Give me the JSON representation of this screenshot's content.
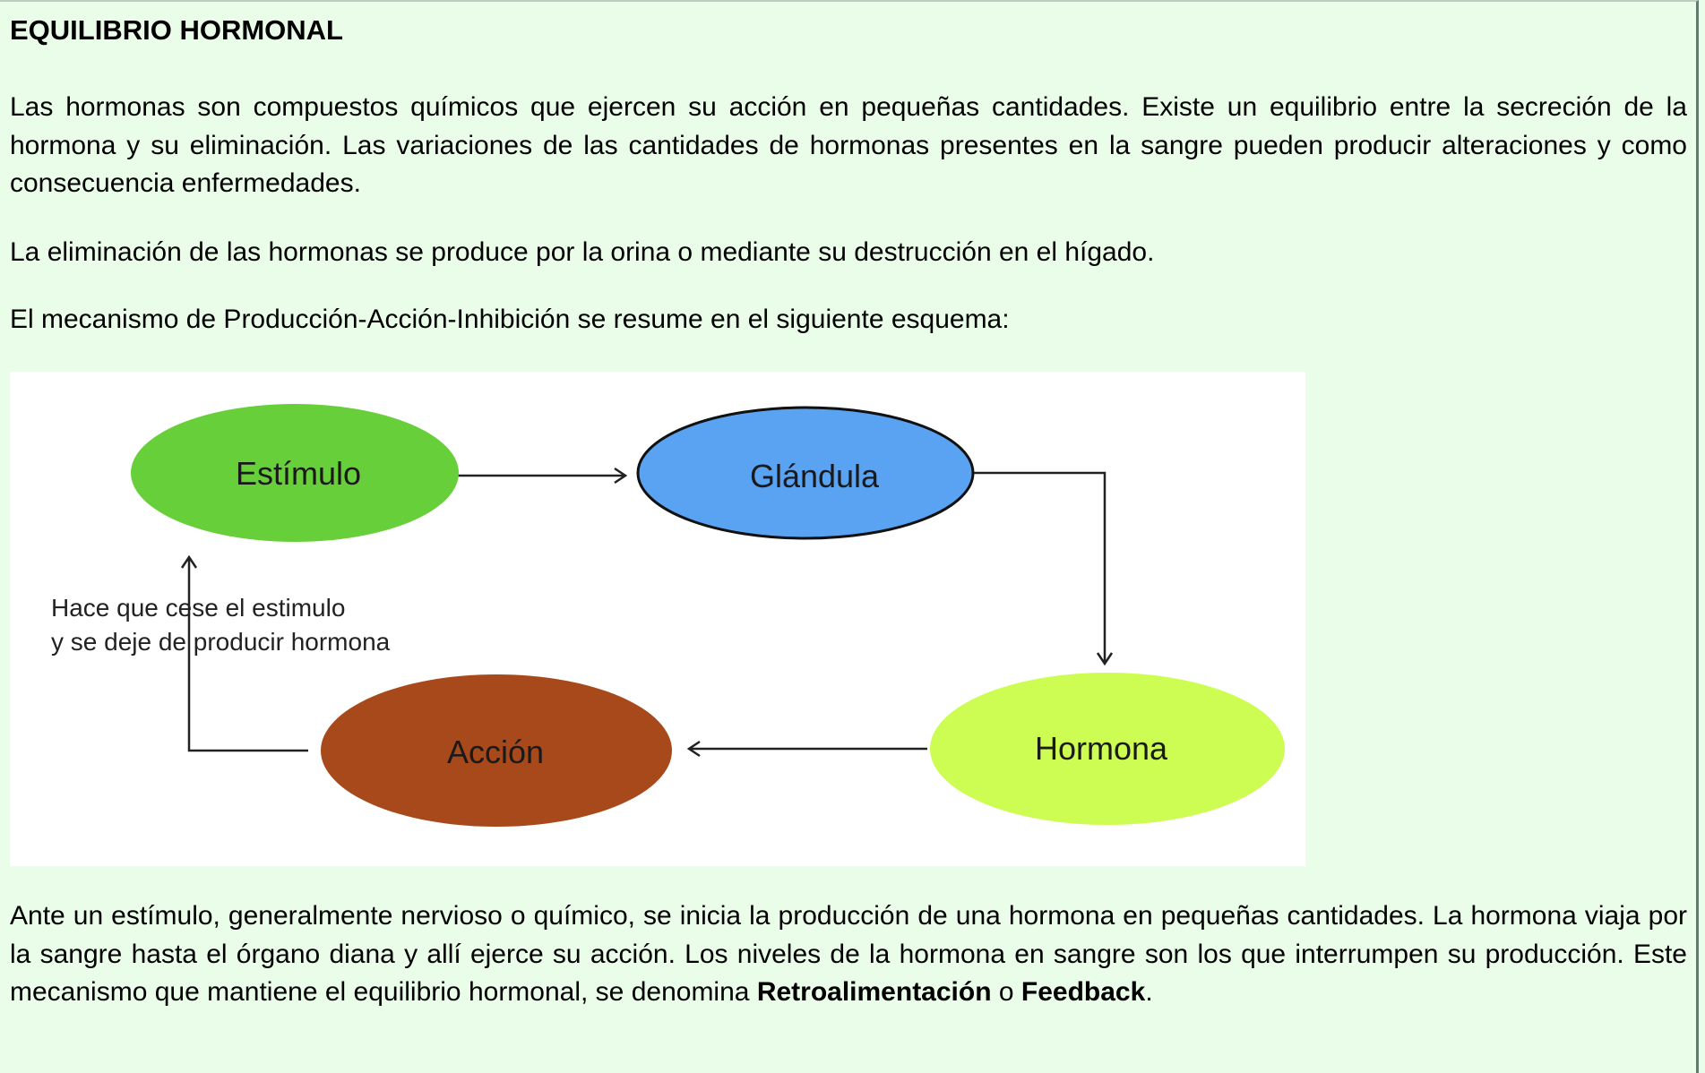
{
  "title": "EQUILIBRIO HORMONAL",
  "paragraphs": {
    "p1": "Las hormonas son compuestos químicos que ejercen su acción en pequeñas cantidades. Existe un equilibrio entre la secreción de la hormona y su eliminación. Las variaciones de las cantidades de hormonas presentes en la sangre pueden producir alteraciones y como consecuencia enfermedades.",
    "p2": "La eliminación de las hormonas se produce por la orina o mediante su destrucción en el hígado.",
    "p3": "El mecanismo de Producción-Acción-Inhibición se resume en el siguiente esquema:",
    "p4_a": "Ante un estímulo, generalmente nervioso o químico, se inicia la producción de una hormona en pequeñas cantidades. La hormona viaja por la sangre hasta el órgano diana y allí ejerce su acción. Los niveles de la hormona en sangre son los que interrumpen su producción. Este mecanismo que mantiene el equilibrio hormonal, se denomina ",
    "p4_b": "Retroalimentación",
    "p4_c": " o ",
    "p4_d": "Feedback",
    "p4_e": "."
  },
  "diagram": {
    "nodes": {
      "estimulo": {
        "label": "Estímulo",
        "color": "#66cf3a"
      },
      "glandula": {
        "label": "Glándula",
        "color": "#5aa2f2"
      },
      "hormona": {
        "label": "Hormona",
        "color": "#cdfd52"
      },
      "accion": {
        "label": "Acción",
        "color": "#a8491c"
      }
    },
    "note_line1": "Hace que cese el estimulo",
    "note_line2": "y se deje de producir hormona"
  }
}
